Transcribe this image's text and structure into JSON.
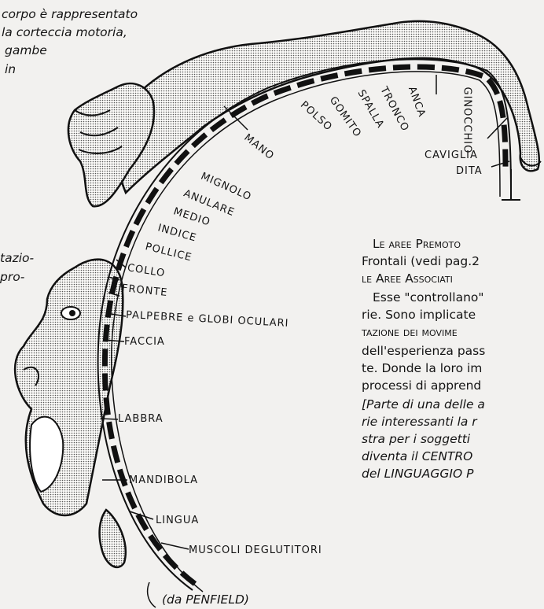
{
  "top_left_caption": [
    "corpo è rappresentato",
    "la corteccia motoria,",
    "gambe",
    "in"
  ],
  "left_fragment": [
    "tazio-",
    "pro-"
  ],
  "labels": {
    "mano": "MANO",
    "polso": "POLSO",
    "gomito": "GOMITO",
    "spalla": "SPALLA",
    "tronco": "TRONCO",
    "anca": "ANCA",
    "ginocchio": "GINOCCHIO",
    "caviglia": "CAVIGLIA",
    "dita": "DITA",
    "mignolo": "MIGNOLO",
    "anulare": "ANULARE",
    "medio": "MEDIO",
    "indice": "INDICE",
    "pollice": "POLLICE",
    "collo": "COLLO",
    "fronte": "FRONTE",
    "palpebre": "PALPEBRE e GLOBI OCULARI",
    "faccia": "FACCIA",
    "labbra": "LABBRA",
    "mandibola": "MANDIBOLA",
    "lingua": "LINGUA",
    "muscoli": "MUSCOLI DEGLUTITORI"
  },
  "right_text": {
    "l1": "Le aree Premoto",
    "l2": "Frontali (vedi pag.2",
    "l3": "le Aree Associati",
    "l4": "Esse \"controllano\"",
    "l5": "rie. Sono implicate",
    "l6": "tazione dei movime",
    "l7": "dell'esperienza pass",
    "l8": "te. Donde la loro im",
    "l9": "processi di apprend",
    "l10": "[Parte di una delle a",
    "l11": "rie interessanti la r",
    "l12": "stra per i soggetti",
    "l13": "diventa il CENTRO",
    "l14": "del LINGUAGGIO P"
  },
  "source": "(da PENFIELD)"
}
